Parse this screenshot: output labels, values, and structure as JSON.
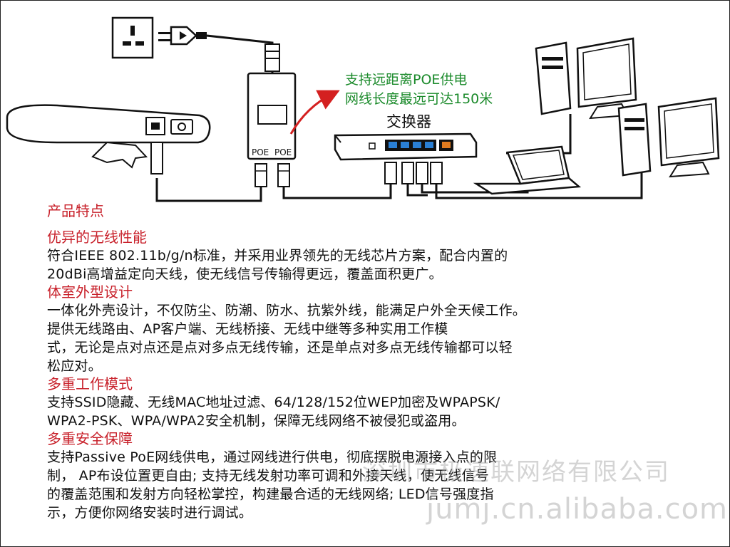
{
  "diagram": {
    "poe_note_line1": "支持远距离POE供电",
    "poe_note_line2": "网线长度最远可达150米",
    "switch_label": "交换器",
    "poe_port_left": "POE",
    "poe_port_right": "POE",
    "colors": {
      "note_green": "#1a8a2a",
      "arrow_red": "#d42020",
      "port_blue": "#2a7fd4",
      "port_orange": "#e07b20",
      "heading_red": "#c8202a"
    },
    "icons": [
      "power-socket-icon",
      "power-plug-icon",
      "outdoor-ap-icon",
      "poe-injector-icon",
      "network-switch-icon",
      "desktop-computer-icon",
      "laptop-icon",
      "rj45-connector-icon",
      "arrow-icon"
    ]
  },
  "content": {
    "title": "产品特点",
    "sections": [
      {
        "heading": "优异的无线性能",
        "lines": [
          "符合IEEE 802.11b/g/n标准，并采用业界领先的无线芯片方案，配合内置的",
          "20dBi高增益定向天线，使无线信号传输得更远，覆盖面积更广。"
        ]
      },
      {
        "heading": "体室外型设计",
        "lines": [
          "一体化外壳设计，不仅防尘、防潮、防水、抗紫外线，能满足户外全天候工作。",
          "提供无线路由、AP客户端、无线桥接、无线中继等多种实用工作模",
          "式，无论是点对点还是点对多点无线传输，还是单点对多点无线传输都可以轻",
          "松应对。"
        ]
      },
      {
        "heading": "多重工作模式",
        "lines": [
          "支持SSID隐藏、无线MAC地址过滤、64/128/152位WEP加密及WPAPSK/",
          "WPA2-PSK、WPA/WPA2安全机制，保障无线网络不被侵犯或盗用。"
        ]
      },
      {
        "heading": "多重安全保障",
        "lines": [
          "支持Passive PoE网线供电，通过网线进行供电，彻底摆脱电源接入点的限",
          "制， AP布设位置更自由; 支持无线发射功率可调和外接天线，使无线信号",
          "的覆盖范围和发射方向轻松掌控，构建最合适的无线网络; LED信号强度指",
          "示，方便你网络安装时进行调试。"
        ]
      }
    ]
  },
  "watermark": {
    "line1": "深圳市极速联网络有限公司",
    "line2": "jumj.cn.alibaba.com"
  }
}
